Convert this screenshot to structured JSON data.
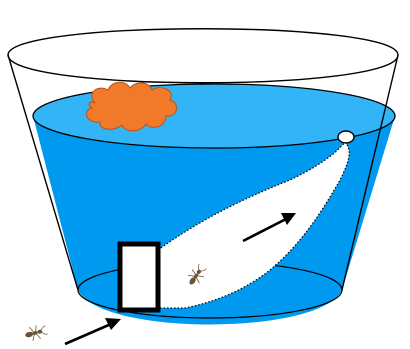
{
  "title": "",
  "labels": [],
  "colors": {
    "background": "#ffffff",
    "water": "#0099f0",
    "water_highlight": "#33b4f7",
    "outline": "#000000",
    "sponge": "#f07a2a",
    "tunnel": "#ffffff",
    "ant": "#6b5335"
  },
  "elements": {
    "container": "transparent-bucket",
    "liquid": "blue-water",
    "floating_object": "orange-sponge-cloud",
    "path": "white-dotted-tunnel",
    "entrance": "black-outlined-rectangle",
    "end_marker": "small-white-circle",
    "arrows": [
      "entry-arrow-icon",
      "tunnel-arrow-icon"
    ],
    "ants": [
      "ant-icon-outside",
      "ant-icon-in-tunnel"
    ]
  }
}
